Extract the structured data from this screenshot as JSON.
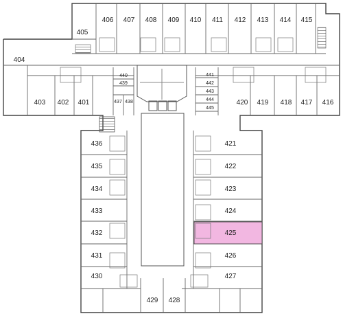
{
  "map": {
    "highlight_color": "#f2b7e1",
    "room_labels": {
      "r405": "405",
      "r406": "406",
      "r407": "407",
      "r408": "408",
      "r409": "409",
      "r410": "410",
      "r411": "411",
      "r412": "412",
      "r413": "413",
      "r414": "414",
      "r415": "415",
      "r404": "404",
      "r403": "403",
      "r402": "402",
      "r401": "401",
      "r440": "440",
      "r439": "439",
      "r437": "437",
      "r438": "438",
      "r441": "441",
      "r442": "442",
      "r443": "443",
      "r444": "444",
      "r445": "445",
      "r420": "420",
      "r419": "419",
      "r418": "418",
      "r417": "417",
      "r416": "416",
      "r436": "436",
      "r435": "435",
      "r434": "434",
      "r433": "433",
      "r432": "432",
      "r431": "431",
      "r430": "430",
      "r429": "429",
      "r428": "428",
      "r421": "421",
      "r422": "422",
      "r423": "423",
      "r424": "424",
      "r425": "425",
      "r426": "426",
      "r427": "427"
    },
    "highlighted_room": "425",
    "icons": [
      "stairs-icon",
      "elevator-icon",
      "toilet-icon"
    ]
  }
}
